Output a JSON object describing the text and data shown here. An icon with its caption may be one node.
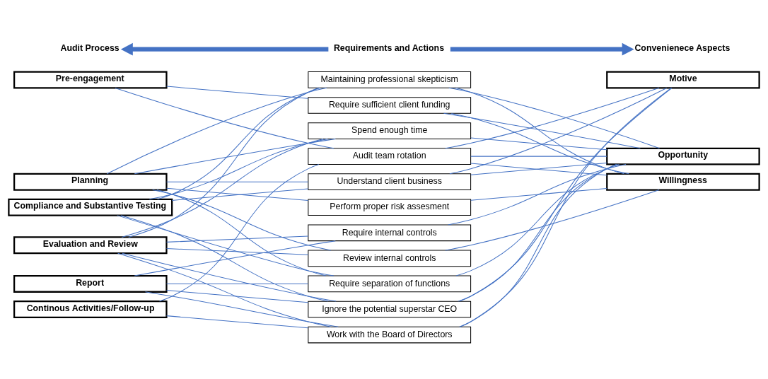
{
  "diagram": {
    "nodes": [
      {
        "text": [
          "Audit Process"
        ]
      },
      {
        "text": [
          "Requirements and Actions"
        ]
      },
      {
        "text": [
          "Convenienece Aspects"
        ]
      },
      {
        "text": [
          "Pre-engagement"
        ]
      },
      {
        "text": [
          "Planning"
        ]
      },
      {
        "text": [
          "Compliance and Substantive Testing"
        ]
      },
      {
        "text": [
          "Evaluation and Review"
        ]
      },
      {
        "text": [
          "Report"
        ]
      },
      {
        "text": [
          "Continous Activities/Follow-up"
        ]
      },
      {
        "text": [
          "Maintaining professional skepticism"
        ]
      },
      {
        "text": [
          "Require sufficient client funding"
        ]
      },
      {
        "text": [
          "Spend enough time"
        ]
      },
      {
        "text": [
          "Audit team rotation"
        ]
      },
      {
        "text": [
          "Understand client business"
        ]
      },
      {
        "text": [
          "Perform proper risk assesment"
        ]
      },
      {
        "text": [
          "Require internal controls"
        ]
      },
      {
        "text": [
          "Review internal controls"
        ]
      },
      {
        "text": [
          "Require separation of functions"
        ]
      },
      {
        "text": [
          "Ignore the potential superstar CEO"
        ]
      },
      {
        "text": [
          "Work with the Board of Directors"
        ]
      },
      {
        "text": [
          "Motive"
        ]
      },
      {
        "text": [
          "Opportunity"
        ]
      },
      {
        "text": [
          "Willingness"
        ]
      }
    ],
    "edges": [
      {
        "from": 1,
        "to": 0,
        "arrow": "to",
        "style": "thick"
      },
      {
        "from": 1,
        "to": 2,
        "arrow": "to",
        "style": "thick"
      },
      {
        "from": 3,
        "to": 10,
        "arrow": "none"
      },
      {
        "from": 3,
        "to": 12,
        "arrow": "none"
      },
      {
        "from": 4,
        "to": 9,
        "arrow": "none"
      },
      {
        "from": 4,
        "to": 11,
        "arrow": "none"
      },
      {
        "from": 4,
        "to": 13,
        "arrow": "none"
      },
      {
        "from": 4,
        "to": 14,
        "arrow": "none"
      },
      {
        "from": 4,
        "to": 16,
        "arrow": "none"
      },
      {
        "from": 4,
        "to": 17,
        "arrow": "none"
      },
      {
        "from": 5,
        "to": 9,
        "arrow": "none"
      },
      {
        "from": 5,
        "to": 11,
        "arrow": "none"
      },
      {
        "from": 5,
        "to": 13,
        "arrow": "none"
      },
      {
        "from": 5,
        "to": 17,
        "arrow": "none"
      },
      {
        "from": 5,
        "to": 18,
        "arrow": "none"
      },
      {
        "from": 6,
        "to": 9,
        "arrow": "none"
      },
      {
        "from": 6,
        "to": 11,
        "arrow": "none"
      },
      {
        "from": 6,
        "to": 15,
        "arrow": "none"
      },
      {
        "from": 6,
        "to": 16,
        "arrow": "none"
      },
      {
        "from": 6,
        "to": 18,
        "arrow": "none"
      },
      {
        "from": 6,
        "to": 19,
        "arrow": "none"
      },
      {
        "from": 7,
        "to": 15,
        "arrow": "none"
      },
      {
        "from": 7,
        "to": 17,
        "arrow": "none"
      },
      {
        "from": 7,
        "to": 18,
        "arrow": "none"
      },
      {
        "from": 7,
        "to": 19,
        "arrow": "none"
      },
      {
        "from": 8,
        "to": 12,
        "arrow": "none"
      },
      {
        "from": 8,
        "to": 19,
        "arrow": "none"
      },
      {
        "from": 9,
        "to": 21,
        "arrow": "none"
      },
      {
        "from": 9,
        "to": 22,
        "arrow": "none"
      },
      {
        "from": 10,
        "to": 21,
        "arrow": "none"
      },
      {
        "from": 10,
        "to": 22,
        "arrow": "none"
      },
      {
        "from": 11,
        "to": 21,
        "arrow": "none"
      },
      {
        "from": 12,
        "to": 20,
        "arrow": "none"
      },
      {
        "from": 12,
        "to": 21,
        "arrow": "none"
      },
      {
        "from": 12,
        "to": 22,
        "arrow": "none"
      },
      {
        "from": 13,
        "to": 20,
        "arrow": "none"
      },
      {
        "from": 13,
        "to": 21,
        "arrow": "none"
      },
      {
        "from": 14,
        "to": 22,
        "arrow": "none"
      },
      {
        "from": 15,
        "to": 21,
        "arrow": "none"
      },
      {
        "from": 16,
        "to": 22,
        "arrow": "none"
      },
      {
        "from": 17,
        "to": 21,
        "arrow": "none"
      },
      {
        "from": 18,
        "to": 20,
        "arrow": "none"
      },
      {
        "from": 18,
        "to": 21,
        "arrow": "none"
      },
      {
        "from": 19,
        "to": 20,
        "arrow": "none"
      },
      {
        "from": 19,
        "to": 21,
        "arrow": "none"
      }
    ]
  }
}
